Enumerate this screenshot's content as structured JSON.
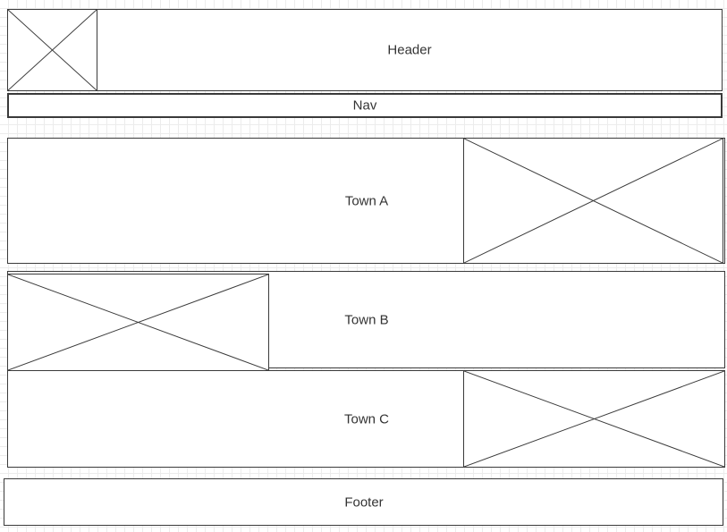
{
  "header": {
    "label": "Header"
  },
  "nav": {
    "label": "Nav"
  },
  "towns": [
    {
      "label": "Town A"
    },
    {
      "label": "Town B"
    },
    {
      "label": "Town C"
    }
  ],
  "footer": {
    "label": "Footer"
  },
  "colors": {
    "stroke": "#3a3a3a",
    "text": "#333333",
    "grid": "#ececec",
    "background": "#ffffff"
  },
  "icons": {
    "image_placeholder": "image-placeholder-icon"
  }
}
